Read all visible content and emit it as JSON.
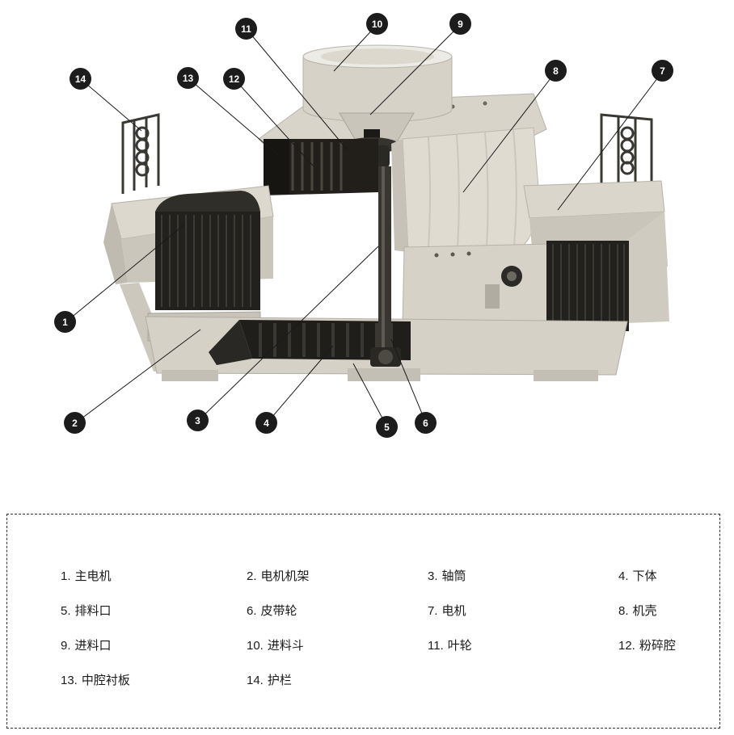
{
  "diagram": {
    "callouts": [
      "1",
      "2",
      "3",
      "4",
      "5",
      "6",
      "7",
      "8",
      "9",
      "10",
      "11",
      "12",
      "13",
      "14"
    ]
  },
  "legend": {
    "items": [
      {
        "num": "1.",
        "label": "主电机"
      },
      {
        "num": "2.",
        "label": "电机机架"
      },
      {
        "num": "3.",
        "label": "轴筒"
      },
      {
        "num": "4.",
        "label": "下体"
      },
      {
        "num": "5.",
        "label": "排料口"
      },
      {
        "num": "6.",
        "label": "皮带轮"
      },
      {
        "num": "7.",
        "label": "电机"
      },
      {
        "num": "8.",
        "label": "机壳"
      },
      {
        "num": "9.",
        "label": "进料口"
      },
      {
        "num": "10.",
        "label": "进料斗"
      },
      {
        "num": "11.",
        "label": "叶轮"
      },
      {
        "num": "12.",
        "label": "粉碎腔"
      },
      {
        "num": "13.",
        "label": "中腔衬板"
      },
      {
        "num": "14.",
        "label": "护栏"
      }
    ]
  },
  "colors": {
    "badge_bg": "#1c1c1c",
    "badge_text": "#ffffff",
    "machine_light": "#d8d4ca",
    "machine_dark": "#23211d",
    "legend_border": "#333333"
  }
}
